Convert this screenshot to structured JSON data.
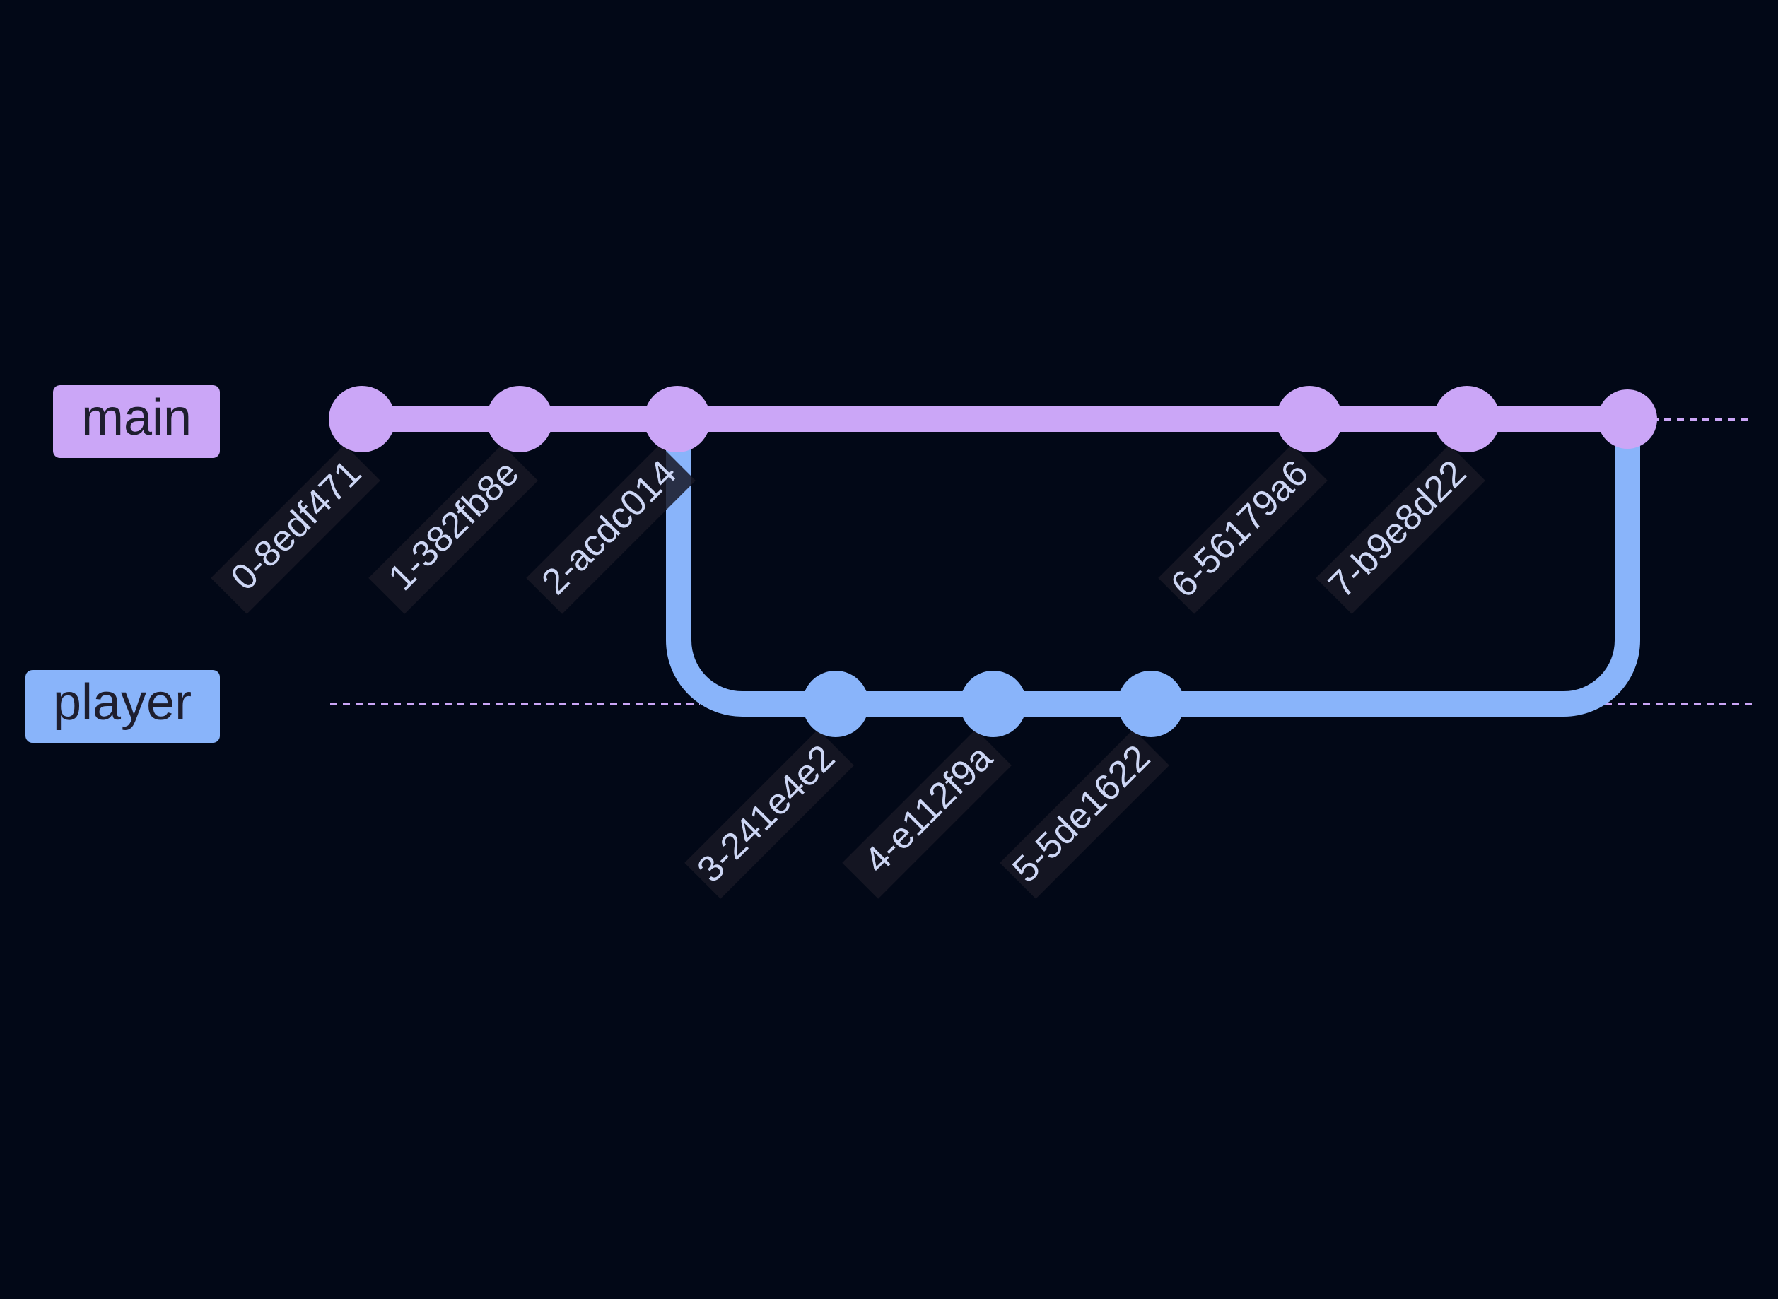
{
  "colors": {
    "background": "#020817",
    "main": "#cba6f7",
    "player": "#89b4fa",
    "label_text": "#1e1e2e",
    "commit_label_text": "#cdd6f4",
    "commit_label_bg": "#181825"
  },
  "branches": [
    {
      "name": "main",
      "color": "#cba6f7"
    },
    {
      "name": "player",
      "color": "#89b4fa"
    }
  ],
  "commits": [
    {
      "id": "0-8edf471",
      "branch": "main",
      "order": 0
    },
    {
      "id": "1-382fb8e",
      "branch": "main",
      "order": 1
    },
    {
      "id": "2-acdc014",
      "branch": "main",
      "order": 2
    },
    {
      "id": "3-241e4e2",
      "branch": "player",
      "order": 3
    },
    {
      "id": "4-e112f9a",
      "branch": "player",
      "order": 4
    },
    {
      "id": "5-5de1622",
      "branch": "player",
      "order": 5
    },
    {
      "id": "6-56179a6",
      "branch": "main",
      "order": 6
    },
    {
      "id": "7-b9e8d22",
      "branch": "main",
      "order": 7
    },
    {
      "id": "",
      "branch": "main",
      "order": 8,
      "merge": true
    }
  ],
  "branch_from": {
    "branch": "player",
    "parent_commit": "2-acdc014"
  },
  "merge": {
    "from": "player",
    "into": "main"
  }
}
